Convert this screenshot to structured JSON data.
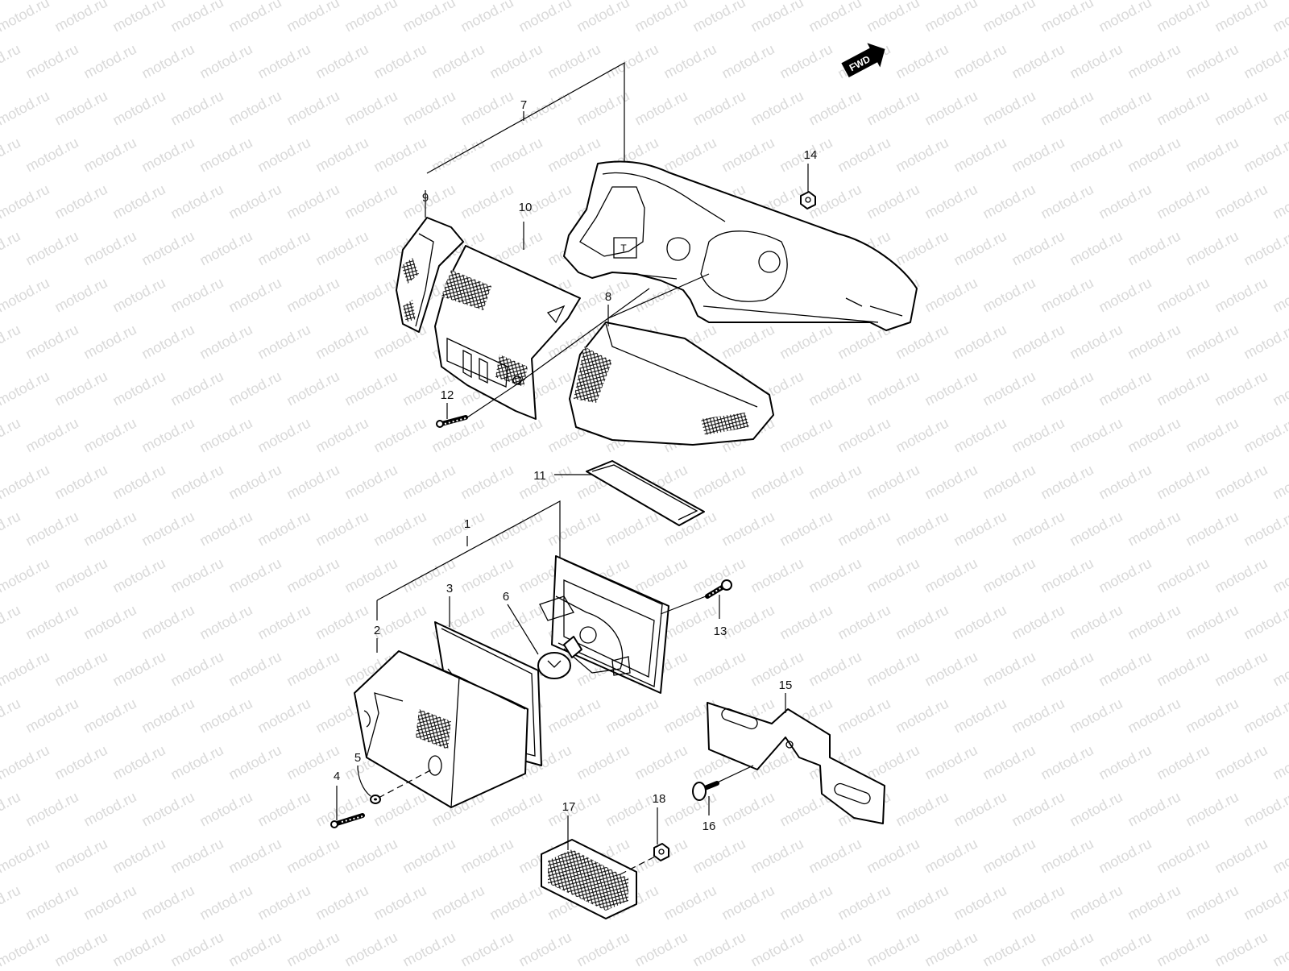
{
  "watermark": {
    "text": "motod.ru",
    "color": "#d9d9d9"
  },
  "fwd_badge": {
    "label": "FWD"
  },
  "callouts": [
    {
      "id": "1",
      "label": "1"
    },
    {
      "id": "2",
      "label": "2"
    },
    {
      "id": "3",
      "label": "3"
    },
    {
      "id": "4",
      "label": "4"
    },
    {
      "id": "5",
      "label": "5"
    },
    {
      "id": "6",
      "label": "6"
    },
    {
      "id": "7",
      "label": "7"
    },
    {
      "id": "8",
      "label": "8"
    },
    {
      "id": "9",
      "label": "9"
    },
    {
      "id": "10",
      "label": "10"
    },
    {
      "id": "11",
      "label": "11"
    },
    {
      "id": "12",
      "label": "12"
    },
    {
      "id": "13",
      "label": "13"
    },
    {
      "id": "14",
      "label": "14"
    },
    {
      "id": "15",
      "label": "15"
    },
    {
      "id": "16",
      "label": "16"
    },
    {
      "id": "17",
      "label": "17"
    },
    {
      "id": "18",
      "label": "18"
    }
  ]
}
